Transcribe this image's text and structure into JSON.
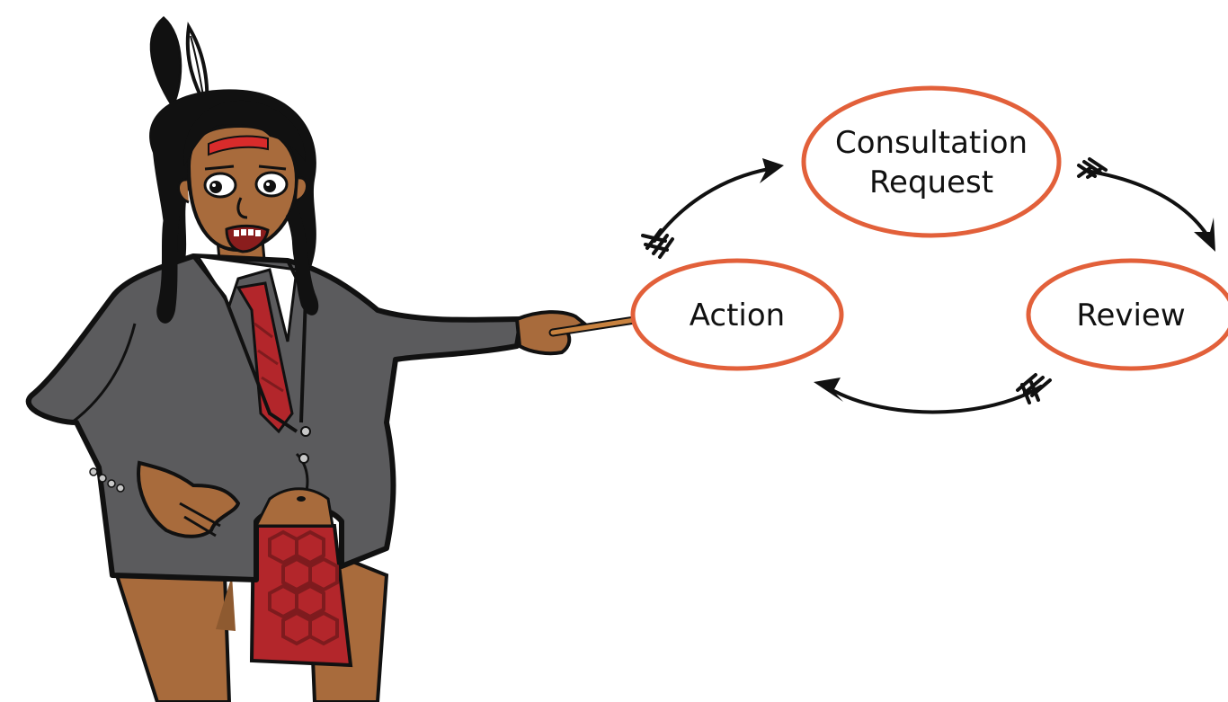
{
  "diagram": {
    "nodes": {
      "consultation": {
        "line1": "Consultation",
        "line2": "Request"
      },
      "action": {
        "label": "Action"
      },
      "review": {
        "label": "Review"
      }
    },
    "edges": [
      {
        "from": "Consultation Request",
        "to": "Review"
      },
      {
        "from": "Review",
        "to": "Action"
      },
      {
        "from": "Action",
        "to": "Consultation Request"
      }
    ]
  },
  "colors": {
    "ring": "#e2603a",
    "arrow": "#111111",
    "suit": "#5b5b5d",
    "skin": "#a86b3c",
    "hair": "#111111",
    "headband": "#d82b2b",
    "tie": "#b3262b",
    "pointer": "#c8823f"
  },
  "illustration": {
    "figure": "presenter-character",
    "holding": "pointer-stick"
  }
}
